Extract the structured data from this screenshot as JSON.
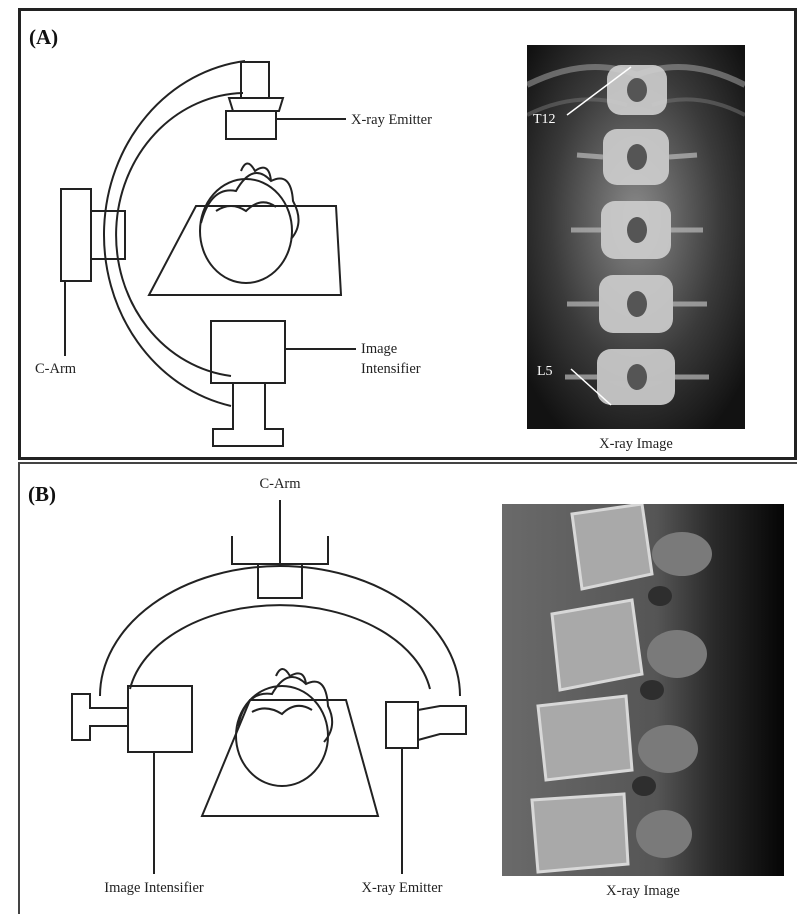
{
  "panel_a": {
    "label": "(A)",
    "xray_emitter": "X-ray Emitter",
    "c_arm": "C-Arm",
    "image_intensifier_line1": "Image",
    "image_intensifier_line2": "Intensifier",
    "xray_caption": "X-ray Image",
    "vertebra_top": "T12",
    "vertebra_bottom": "L5"
  },
  "panel_b": {
    "label": "(B)",
    "c_arm": "C-Arm",
    "image_intensifier": "Image Intensifier",
    "xray_emitter": "X-ray Emitter",
    "xray_caption": "X-ray Image"
  }
}
